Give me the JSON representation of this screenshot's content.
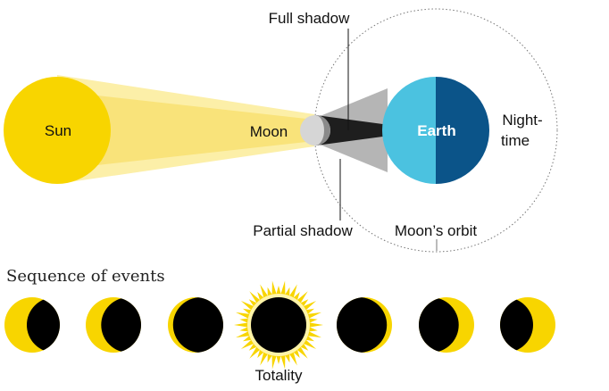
{
  "labels": {
    "sun": "Sun",
    "moon": "Moon",
    "earth": "Earth",
    "night_line1": "Night-",
    "night_line2": "time",
    "full_shadow": "Full shadow",
    "partial_shadow": "Partial shadow",
    "moon_orbit": "Moon’s orbit",
    "sequence_title": "Sequence of events",
    "totality": "Totality"
  },
  "colors": {
    "sun": "#f8d500",
    "sun_rays_light": "#fcefa8",
    "sun_rays_mid": "#f9e37a",
    "moon": "#d6d6d6",
    "moon_dark_side": "#8a8a8a",
    "earth_day": "#4bc2e0",
    "earth_night": "#0b5489",
    "umbra": "#1e1e1e",
    "penumbra": "#b5b5b5",
    "disk_dark": "#000000"
  },
  "sequence": [
    {
      "name": "phase-1",
      "coverage": 0.35
    },
    {
      "name": "phase-2",
      "coverage": 0.55
    },
    {
      "name": "phase-3",
      "coverage": 0.85
    },
    {
      "name": "totality",
      "coverage": 1.0
    },
    {
      "name": "phase-5",
      "coverage": 0.85
    },
    {
      "name": "phase-6",
      "coverage": 0.55
    },
    {
      "name": "phase-7",
      "coverage": 0.35
    }
  ]
}
